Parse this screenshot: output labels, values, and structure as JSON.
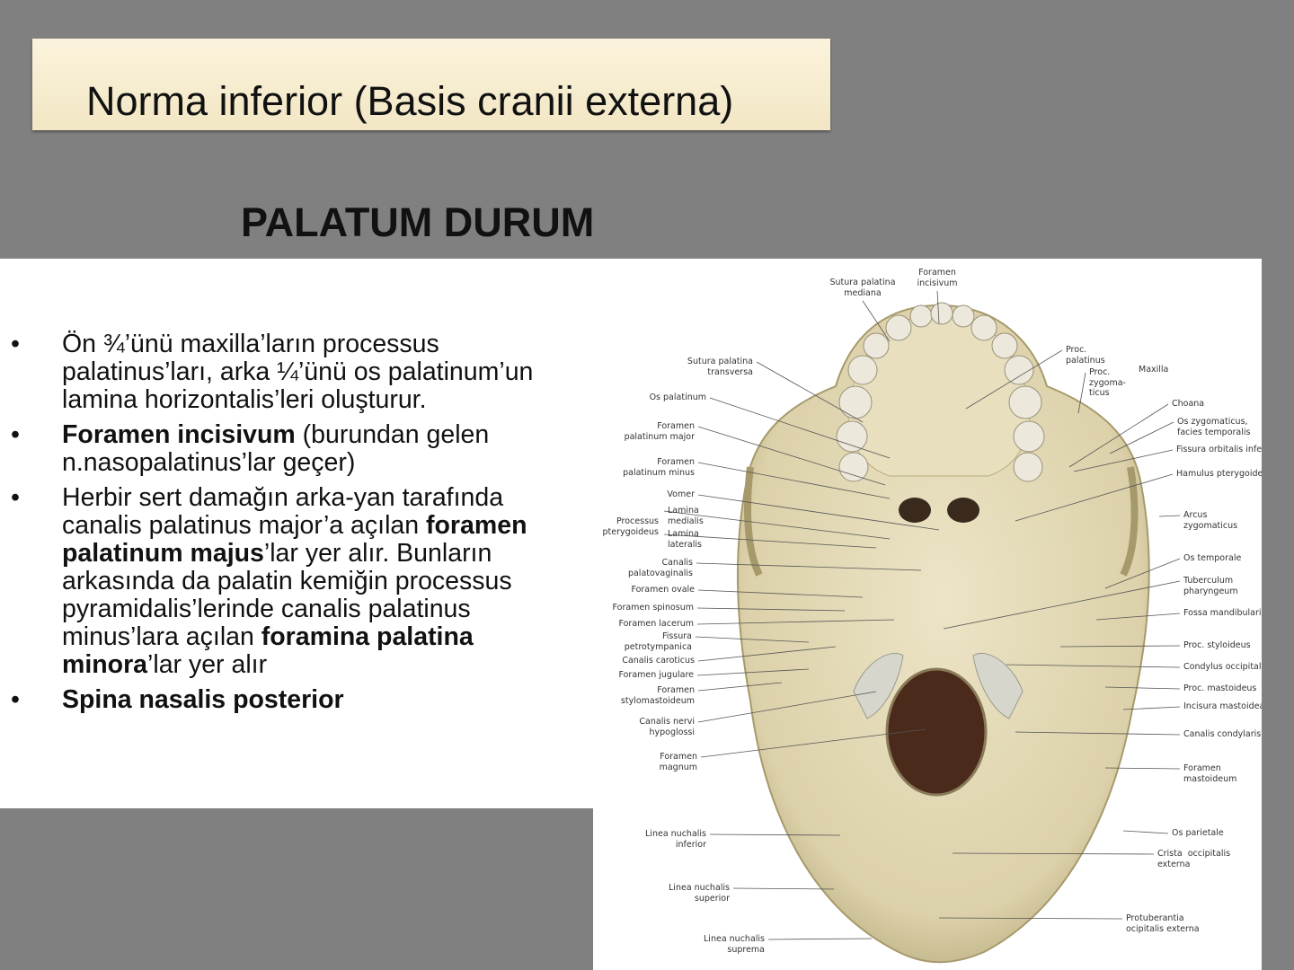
{
  "header": {
    "title": "Norma inferior (Basis cranii externa)",
    "subtitle": "PALATUM DURUM"
  },
  "bullets": [
    {
      "parts": [
        {
          "t": "Ön ¾’ünü maxilla’ların processus palatinus’ları, arka ¼’ünü os palatinum’un lamina horizontalis’leri oluşturur.",
          "b": false
        }
      ]
    },
    {
      "parts": [
        {
          "t": "Foramen incisivum",
          "b": true
        },
        {
          "t": " (burundan gelen n.nasopalatinus’lar geçer)",
          "b": false
        }
      ]
    },
    {
      "parts": [
        {
          "t": "Herbir sert damağın arka-yan tarafında canalis palatinus major’a açılan ",
          "b": false
        },
        {
          "t": "foramen palatinum majus",
          "b": true
        },
        {
          "t": "’lar yer alır. Bunların arkasında da palatin kemiğin processus pyramidalis’lerinde canalis palatinus minus’lara açılan ",
          "b": false
        },
        {
          "t": "foramina palatina minora",
          "b": true
        },
        {
          "t": "’lar yer alır",
          "b": false
        }
      ]
    },
    {
      "parts": [
        {
          "t": "Spina nasalis posterior",
          "b": true
        }
      ]
    }
  ],
  "bullet_symbol": "•",
  "figure_labels": [
    "Sutura palatina\nmediana",
    "Foramen\nincisivum",
    "Sutura palatina\ntransversa",
    "Os palatinum",
    "Foramen\npalatinum major",
    "Foramen\npalatinum minus",
    "Vomer",
    "Processus\npterygoideus",
    "Lamina\nmedialis",
    "Lamina\nlateralis",
    "Canalis\npalatovaginalis",
    "Foramen ovale",
    "Foramen spinosum",
    "Foramen lacerum",
    "Fissura\npetrotympanica",
    "Canalis caroticus",
    "Foramen jugulare",
    "Foramen\nstylomastoideum",
    "Canalis nervi\nhypoglossi",
    "Foramen\nmagnum",
    "Linea nuchalis\ninferior",
    "Linea nuchalis\nsuperior",
    "Linea nuchalis\nsuprema",
    "Proc.\npalatinus",
    "Proc.\nzygoma-\nticus",
    "Maxilla",
    "Choana",
    "Os zygomaticus,\nfacies temporalis",
    "Fissura orbitalis inferior",
    "Hamulus pterygoideus",
    "Arcus\nzygomaticus",
    "Os temporale",
    "Tuberculum\npharyngeum",
    "Fossa mandibularis",
    "Proc. styloideus",
    "Condylus occipitalis",
    "Proc. mastoideus",
    "Incisura mastoidea",
    "Canalis condylaris",
    "Foramen\nmastoideum",
    "Os parietale",
    "Crista  occipitalis\nexterna",
    "Protuberantia\nocipitalis externa"
  ],
  "colors": {
    "background": "#808080",
    "title_box": "#f6ecd0",
    "bone": "#e2d8b4",
    "bone_shadow": "#b9ac80"
  }
}
